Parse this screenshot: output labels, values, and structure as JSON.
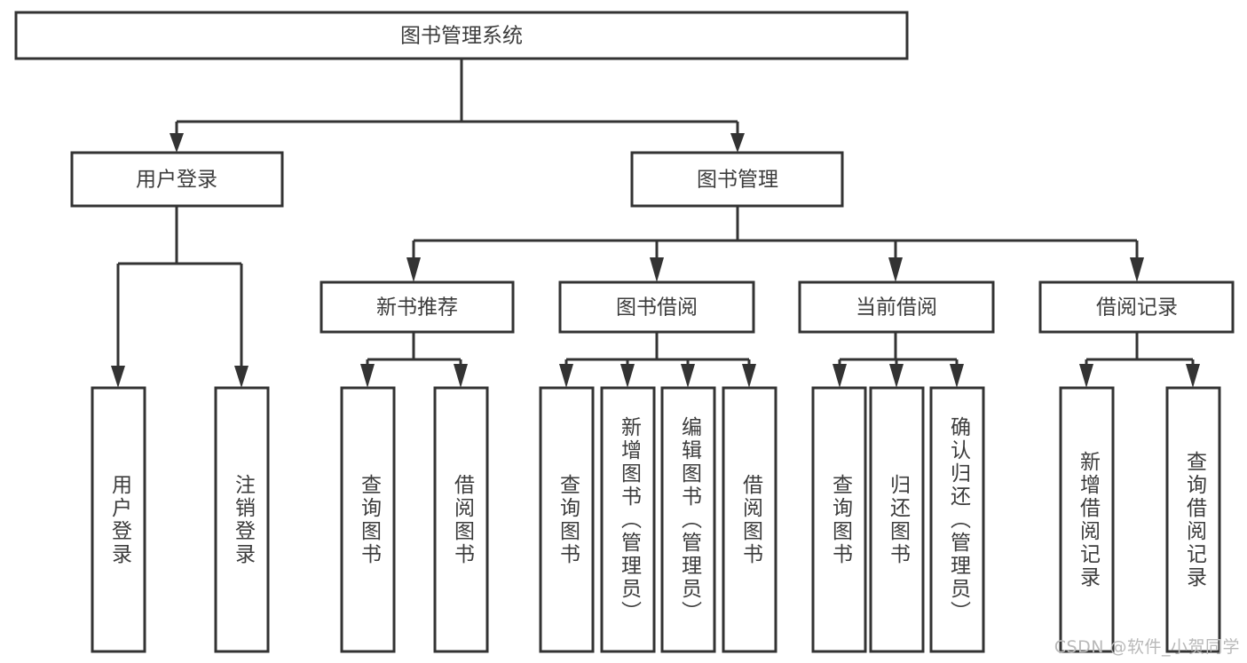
{
  "diagram": {
    "type": "tree-hierarchy",
    "title": "图书管理系统",
    "watermark": "CSDN @软件_小贺同学",
    "colors": {
      "stroke": "#333333",
      "fill": "#ffffff",
      "text": "#3c3c3c",
      "watermark": "#b9b9b9"
    },
    "levels": {
      "level1": [
        {
          "id": "root",
          "label": "图书管理系统"
        }
      ],
      "level2": [
        {
          "id": "user-login",
          "label": "用户登录"
        },
        {
          "id": "book-manage",
          "label": "图书管理"
        }
      ],
      "level3": [
        {
          "id": "new-book-recommend",
          "label": "新书推荐"
        },
        {
          "id": "book-borrow",
          "label": "图书借阅"
        },
        {
          "id": "current-borrow",
          "label": "当前借阅"
        },
        {
          "id": "borrow-record",
          "label": "借阅记录"
        }
      ],
      "level4": [
        {
          "id": "leaf-user-login",
          "label": "用户登录"
        },
        {
          "id": "leaf-logout-login",
          "label": "注销登录"
        },
        {
          "id": "leaf-query-book-1",
          "label": "查询图书"
        },
        {
          "id": "leaf-borrow-book-1",
          "label": "借阅图书"
        },
        {
          "id": "leaf-query-book-2",
          "label": "查询图书"
        },
        {
          "id": "leaf-add-book",
          "label": "新增图书（管理员）"
        },
        {
          "id": "leaf-edit-book",
          "label": "编辑图书（管理员）"
        },
        {
          "id": "leaf-borrow-book-2",
          "label": "借阅图书"
        },
        {
          "id": "leaf-query-book-3",
          "label": "查询图书"
        },
        {
          "id": "leaf-return-book",
          "label": "归还图书"
        },
        {
          "id": "leaf-confirm-return",
          "label": "确认归还（管理员）"
        },
        {
          "id": "leaf-add-record",
          "label": "新增借阅记录"
        },
        {
          "id": "leaf-query-record",
          "label": "查询借阅记录"
        }
      ]
    },
    "edges": [
      {
        "from": "root",
        "to": "user-login"
      },
      {
        "from": "root",
        "to": "book-manage"
      },
      {
        "from": "user-login",
        "to": "leaf-user-login"
      },
      {
        "from": "user-login",
        "to": "leaf-logout-login"
      },
      {
        "from": "book-manage",
        "to": "new-book-recommend"
      },
      {
        "from": "book-manage",
        "to": "book-borrow"
      },
      {
        "from": "book-manage",
        "to": "current-borrow"
      },
      {
        "from": "book-manage",
        "to": "borrow-record"
      },
      {
        "from": "new-book-recommend",
        "to": "leaf-query-book-1"
      },
      {
        "from": "new-book-recommend",
        "to": "leaf-borrow-book-1"
      },
      {
        "from": "book-borrow",
        "to": "leaf-query-book-2"
      },
      {
        "from": "book-borrow",
        "to": "leaf-add-book"
      },
      {
        "from": "book-borrow",
        "to": "leaf-edit-book"
      },
      {
        "from": "book-borrow",
        "to": "leaf-borrow-book-2"
      },
      {
        "from": "current-borrow",
        "to": "leaf-query-book-3"
      },
      {
        "from": "current-borrow",
        "to": "leaf-return-book"
      },
      {
        "from": "current-borrow",
        "to": "leaf-confirm-return"
      },
      {
        "from": "borrow-record",
        "to": "leaf-add-record"
      },
      {
        "from": "borrow-record",
        "to": "leaf-query-record"
      }
    ]
  }
}
